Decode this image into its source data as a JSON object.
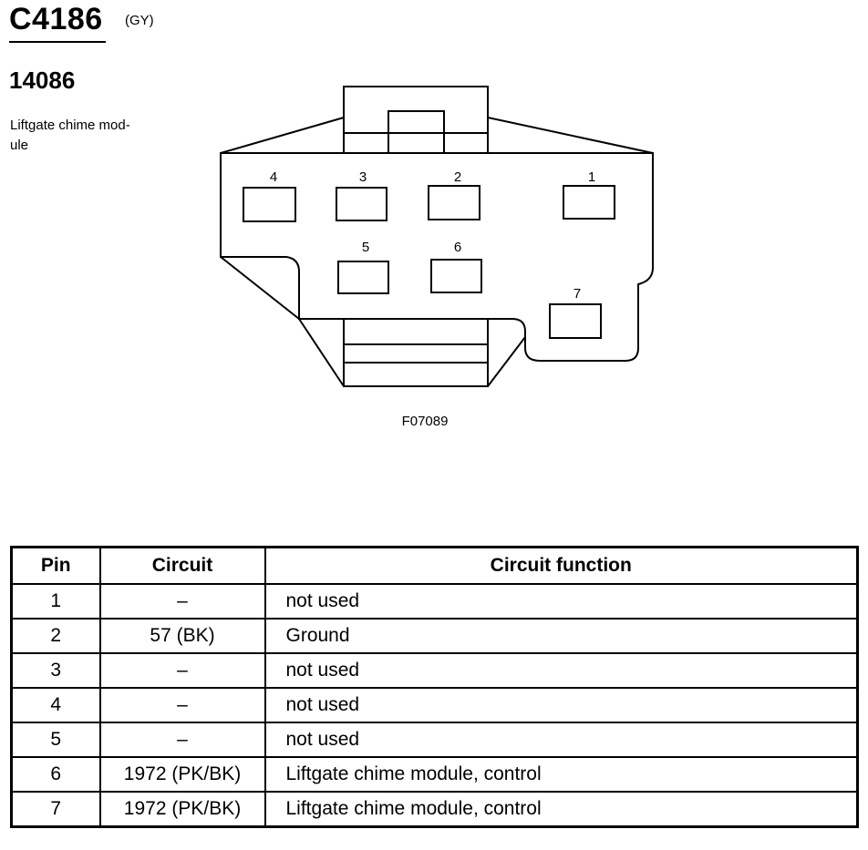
{
  "header": {
    "connector_id": "C4186",
    "color_code": "(GY)",
    "part_number": "14086",
    "description": "Liftgate chime mod-\nule"
  },
  "diagram": {
    "pin_labels": [
      "1",
      "2",
      "3",
      "4",
      "5",
      "6",
      "7"
    ],
    "figure_code": "F07089"
  },
  "table": {
    "headers": [
      "Pin",
      "Circuit",
      "Circuit function"
    ],
    "rows": [
      {
        "pin": "1",
        "circuit": "–",
        "function": "not used"
      },
      {
        "pin": "2",
        "circuit": "57 (BK)",
        "function": "Ground"
      },
      {
        "pin": "3",
        "circuit": "–",
        "function": "not used"
      },
      {
        "pin": "4",
        "circuit": "–",
        "function": "not used"
      },
      {
        "pin": "5",
        "circuit": "–",
        "function": "not used"
      },
      {
        "pin": "6",
        "circuit": "1972 (PK/BK)",
        "function": "Liftgate chime module, control"
      },
      {
        "pin": "7",
        "circuit": "1972 (PK/BK)",
        "function": "Liftgate chime module, control"
      }
    ]
  }
}
